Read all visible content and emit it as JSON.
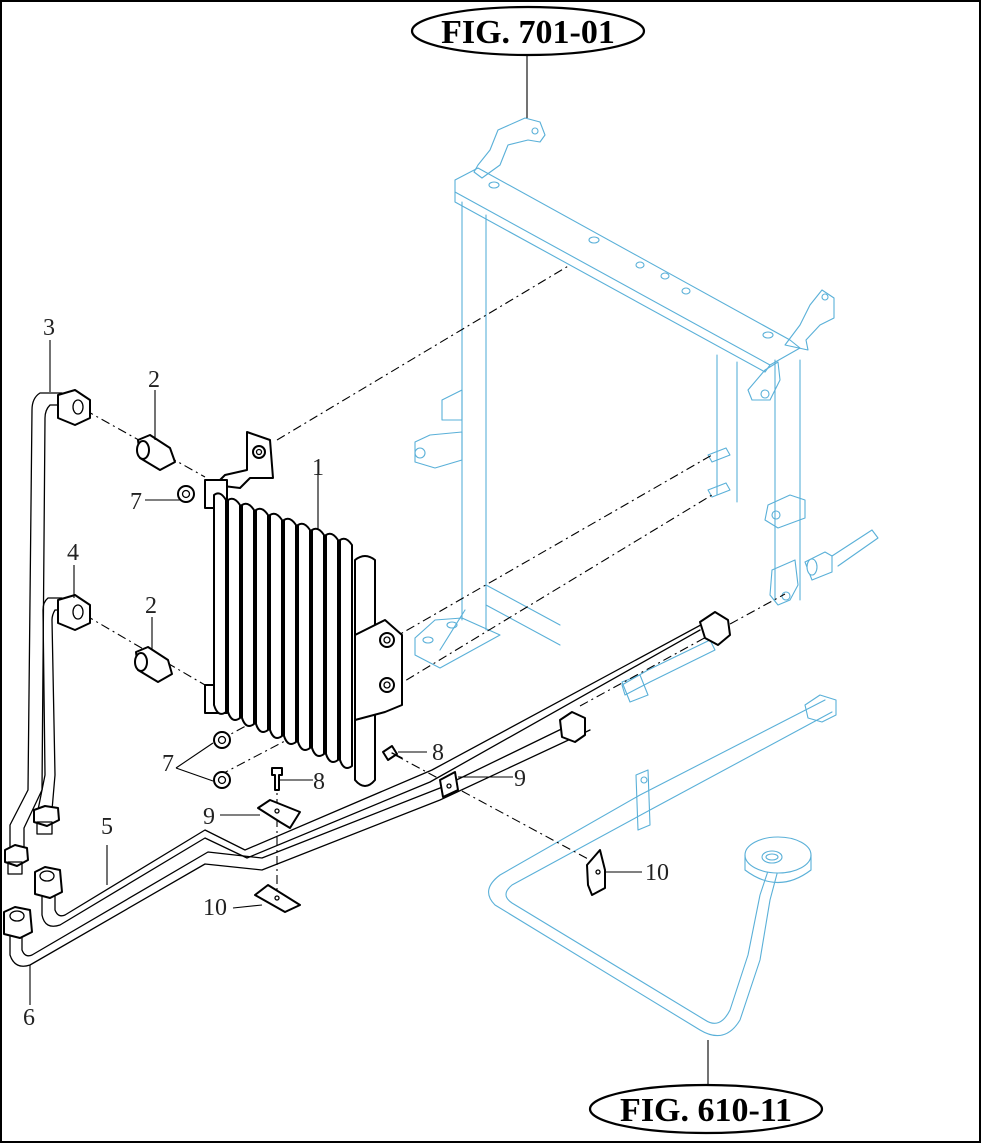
{
  "figure_refs": {
    "top": "FIG. 701-01",
    "bottom": "FIG. 610-11"
  },
  "callouts": {
    "c1": "1",
    "c2a": "2",
    "c2b": "2",
    "c3": "3",
    "c4": "4",
    "c5": "5",
    "c6": "6",
    "c7a": "7",
    "c7b": "7",
    "c8a": "8",
    "c8b": "8",
    "c9a": "9",
    "c9b": "9",
    "c10a": "10",
    "c10b": "10"
  },
  "colors": {
    "part_line": "#000000",
    "reference_line": "#5ab0d8"
  }
}
